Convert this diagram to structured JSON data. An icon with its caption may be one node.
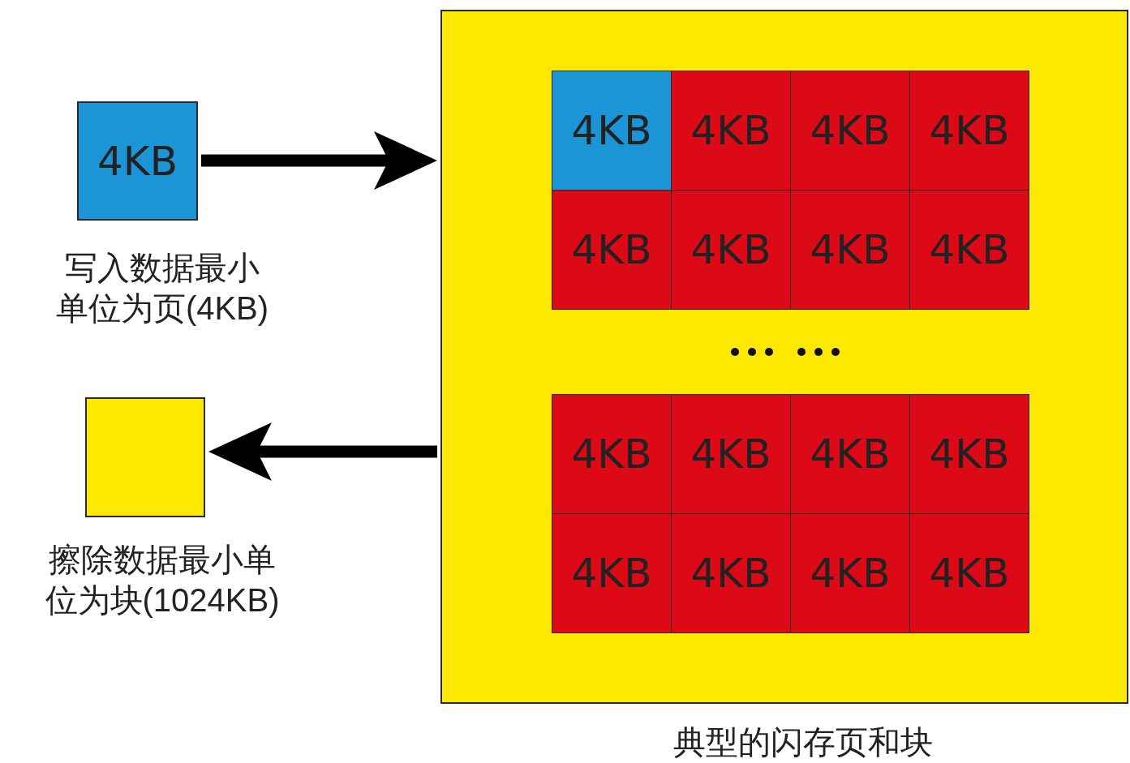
{
  "diagram": {
    "nodes": [
      {
        "text": [
          "4KB"
        ],
        "beside": [
          "写入数据最小单位为页(4KB)"
        ]
      },
      {
        "text": [],
        "shape": "box",
        "beside": [
          "擦除数据最小单位为块(1024KB)"
        ]
      },
      {
        "text": [],
        "shape": "box",
        "beside": [
          "典型的闪存页和块"
        ]
      },
      {
        "text": [
          "4KB"
        ],
        "in": 2
      },
      {
        "text": [
          "4KB"
        ],
        "in": 2
      },
      {
        "text": [
          "4KB"
        ],
        "in": 2
      },
      {
        "text": [
          "4KB"
        ],
        "in": 2
      },
      {
        "text": [
          "4KB"
        ],
        "in": 2
      },
      {
        "text": [
          "4KB"
        ],
        "in": 2
      },
      {
        "text": [
          "4KB"
        ],
        "in": 2
      },
      {
        "text": [
          "4KB"
        ],
        "in": 2
      },
      {
        "text": [
          "4KB"
        ],
        "in": 2
      },
      {
        "text": [
          "4KB"
        ],
        "in": 2
      },
      {
        "text": [
          "4KB"
        ],
        "in": 2
      },
      {
        "text": [
          "4KB"
        ],
        "in": 2
      },
      {
        "text": [
          "4KB"
        ],
        "in": 2
      },
      {
        "text": [
          "4KB"
        ],
        "in": 2
      },
      {
        "text": [
          "4KB"
        ],
        "in": 2
      },
      {
        "text": [
          "4KB"
        ],
        "in": 2
      }
    ],
    "edges": [
      {
        "from": 0,
        "to": 2,
        "arrow": "to"
      },
      {
        "from": 2,
        "to": 1,
        "arrow": "to"
      }
    ]
  }
}
